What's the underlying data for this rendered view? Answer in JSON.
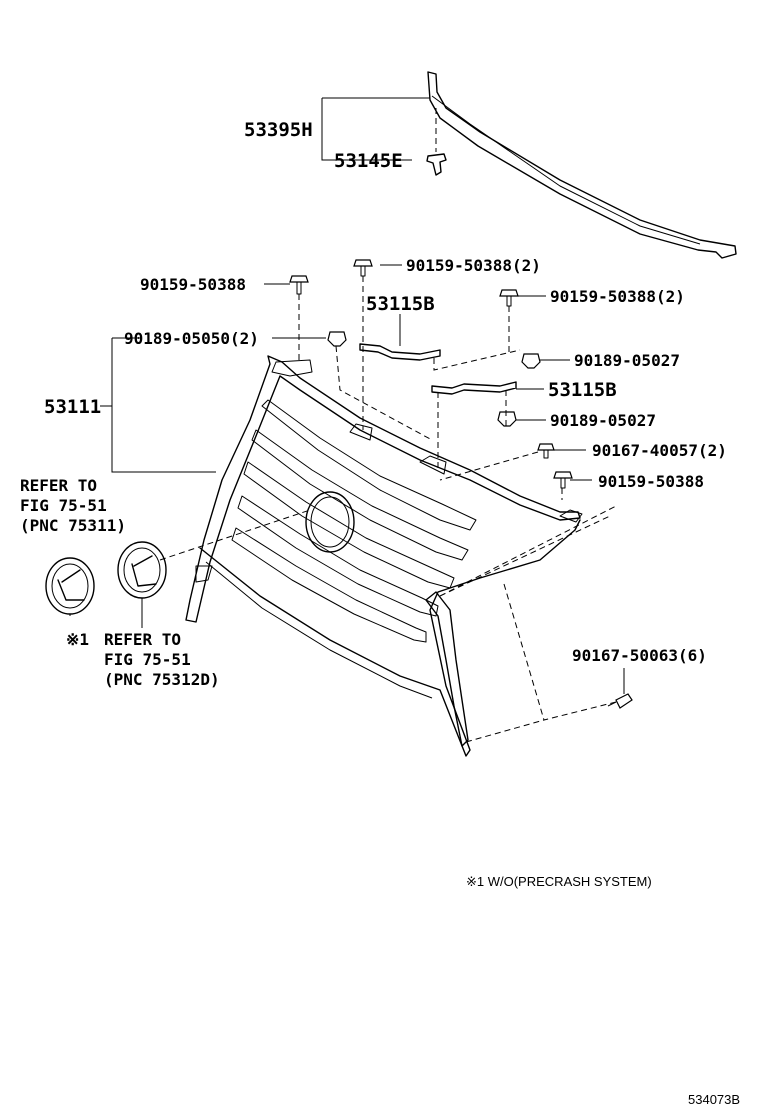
{
  "labels": {
    "p53395h": "53395H",
    "p53145e": "53145E",
    "p90159_top": "90159-50388(2)",
    "p90159_left": "90159-50388",
    "p90159_right": "90159-50388(2)",
    "p53115b_upper": "53115B",
    "p90189_05050": "90189-05050(2)",
    "p90189_05027_a": "90189-05027",
    "p53111": "53111",
    "p53115b_lower": "53115B",
    "p90189_05027_b": "90189-05027",
    "p90167_40057": "90167-40057(2)",
    "p90159_lower": "90159-50388",
    "p90167_50063": "90167-50063(6)"
  },
  "refer_left": {
    "line1": "REFER TO",
    "line2": "FIG 75-51",
    "line3": "(PNC 75311)"
  },
  "refer_right": {
    "mark": "※1",
    "line1": "REFER TO",
    "line2": "FIG 75-51",
    "line3": "(PNC 75312D)"
  },
  "footnote": "※1 W/O(PRECRASH SYSTEM)",
  "figure_id": "534073B"
}
